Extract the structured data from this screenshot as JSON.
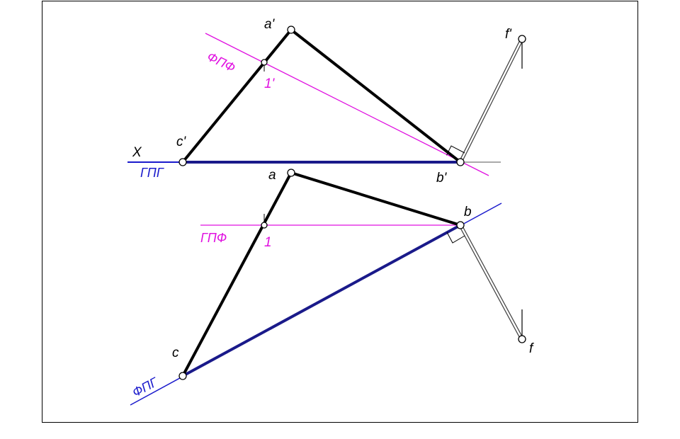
{
  "colors": {
    "background": "#ffffff",
    "frame": "#000000",
    "edge": "#000000",
    "magenta": "#e010e0",
    "blue": "#1a1acc",
    "dark_blue": "#1a1a8a",
    "gray": "#555555",
    "point_fill": "#ffffff"
  },
  "labels": {
    "x_axis": "X",
    "gpg": "ГПГ",
    "fpf": "ФПФ",
    "gpf": "ГПФ",
    "fpg": "ФПГ",
    "a_prime": "a'",
    "b_prime": "b'",
    "c_prime": "c'",
    "f_prime": "f'",
    "one_prime": "1'",
    "a": "a",
    "b": "b",
    "c": "c",
    "f": "f",
    "one": "1"
  }
}
